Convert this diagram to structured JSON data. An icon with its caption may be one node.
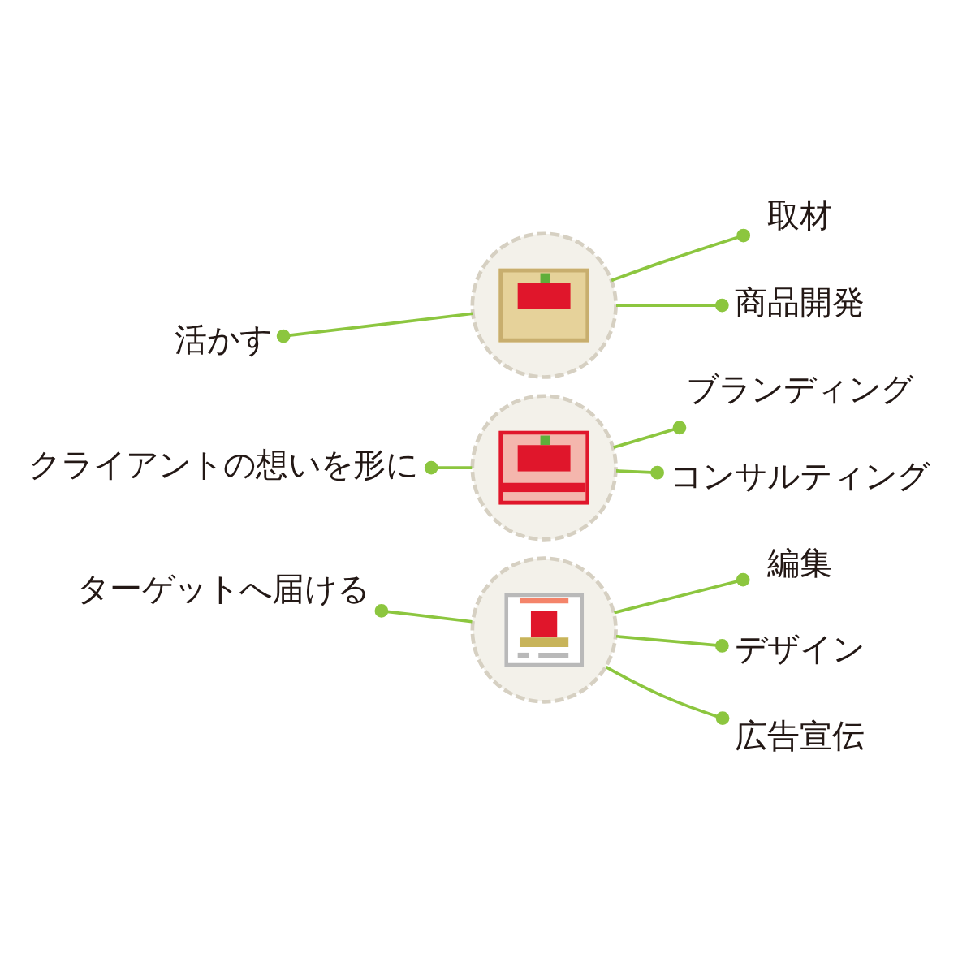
{
  "diagram": {
    "nodes": [
      {
        "text": [
          "活かす"
        ]
      },
      {
        "text": [],
        "shape": "picture"
      },
      {
        "text": [
          "取材"
        ]
      },
      {
        "text": [
          "商品開発"
        ]
      },
      {
        "text": [
          "クライアントの想いを形に"
        ]
      },
      {
        "text": [],
        "shape": "picture"
      },
      {
        "text": [
          "ブランディング"
        ]
      },
      {
        "text": [
          "コンサルティング"
        ]
      },
      {
        "text": [
          "ターゲットへ届ける"
        ]
      },
      {
        "text": [],
        "shape": "picture"
      },
      {
        "text": [
          "編集"
        ]
      },
      {
        "text": [
          "デザイン"
        ]
      },
      {
        "text": [
          "広告宣伝"
        ]
      }
    ],
    "edges": [
      {
        "from": 0,
        "to": 1,
        "arrow": "other"
      },
      {
        "from": 1,
        "to": 2,
        "arrow": "other"
      },
      {
        "from": 1,
        "to": 3,
        "arrow": "other"
      },
      {
        "from": 4,
        "to": 5,
        "arrow": "other"
      },
      {
        "from": 5,
        "to": 6,
        "arrow": "other"
      },
      {
        "from": 5,
        "to": 7,
        "arrow": "other"
      },
      {
        "from": 8,
        "to": 9,
        "arrow": "other"
      },
      {
        "from": 9,
        "to": 10,
        "arrow": "other"
      },
      {
        "from": 9,
        "to": 11,
        "arrow": "other"
      },
      {
        "from": 9,
        "to": 12,
        "arrow": "other"
      }
    ]
  }
}
